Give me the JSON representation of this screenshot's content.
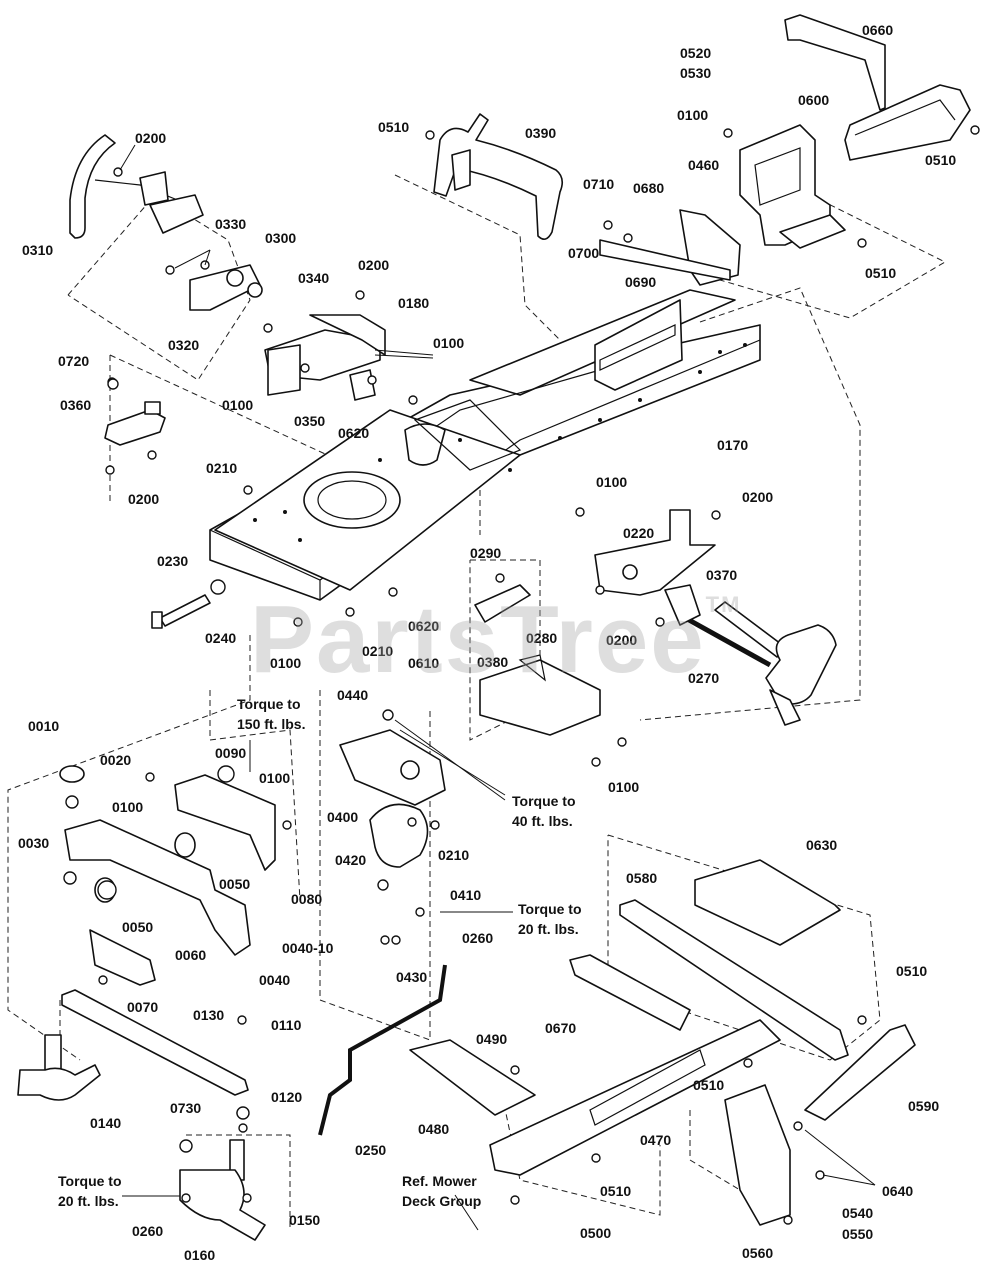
{
  "watermark": {
    "text": "PartsTree",
    "tm": "TM"
  },
  "callouts": {
    "c0010": "0010",
    "c0020": "0020",
    "c0030": "0030",
    "c0040": "0040",
    "c0040_10": "0040-10",
    "c0050a": "0050",
    "c0050b": "0050",
    "c0060": "0060",
    "c0070": "0070",
    "c0080": "0080",
    "c0090": "0090",
    "c0100a": "0100",
    "c0100b": "0100",
    "c0100c": "0100",
    "c0100d": "0100",
    "c0100e": "0100",
    "c0100f": "0100",
    "c0100g": "0100",
    "c0100h": "0100",
    "c0110": "0110",
    "c0120": "0120",
    "c0130": "0130",
    "c0140": "0140",
    "c0150": "0150",
    "c0160": "0160",
    "c0170": "0170",
    "c0180": "0180",
    "c0200a": "0200",
    "c0200b": "0200",
    "c0200c": "0200",
    "c0200d": "0200",
    "c0200e": "0200",
    "c0210a": "0210",
    "c0210b": "0210",
    "c0210c": "0210",
    "c0220": "0220",
    "c0230": "0230",
    "c0240": "0240",
    "c0250": "0250",
    "c0260a": "0260",
    "c0260b": "0260",
    "c0270": "0270",
    "c0280": "0280",
    "c0290": "0290",
    "c0300": "0300",
    "c0310": "0310",
    "c0320": "0320",
    "c0330": "0330",
    "c0340": "0340",
    "c0350": "0350",
    "c0360": "0360",
    "c0370": "0370",
    "c0380": "0380",
    "c0390": "0390",
    "c0400": "0400",
    "c0410": "0410",
    "c0420": "0420",
    "c0430": "0430",
    "c0440": "0440",
    "c0460": "0460",
    "c0470": "0470",
    "c0480": "0480",
    "c0490": "0490",
    "c0500": "0500",
    "c0510a": "0510",
    "c0510b": "0510",
    "c0510c": "0510",
    "c0510d": "0510",
    "c0510e": "0510",
    "c0510f": "0510",
    "c0520": "0520",
    "c0530": "0530",
    "c0540": "0540",
    "c0550": "0550",
    "c0560": "0560",
    "c0580": "0580",
    "c0590": "0590",
    "c0600": "0600",
    "c0610": "0610",
    "c0620a": "0620",
    "c0620b": "0620",
    "c0630": "0630",
    "c0640": "0640",
    "c0660": "0660",
    "c0670": "0670",
    "c0680": "0680",
    "c0690": "0690",
    "c0700": "0700",
    "c0710": "0710",
    "c0720": "0720",
    "c0730": "0730"
  },
  "notes": {
    "torque150_l1": "Torque to",
    "torque150_l2": "150 ft. lbs.",
    "torque40_l1": "Torque to",
    "torque40_l2": "40 ft. lbs.",
    "torque20a_l1": "Torque to",
    "torque20a_l2": "20 ft. lbs.",
    "torque20b_l1": "Torque to",
    "torque20b_l2": "20 ft. lbs.",
    "mower_l1": "Ref. Mower",
    "mower_l2": "Deck Group"
  }
}
